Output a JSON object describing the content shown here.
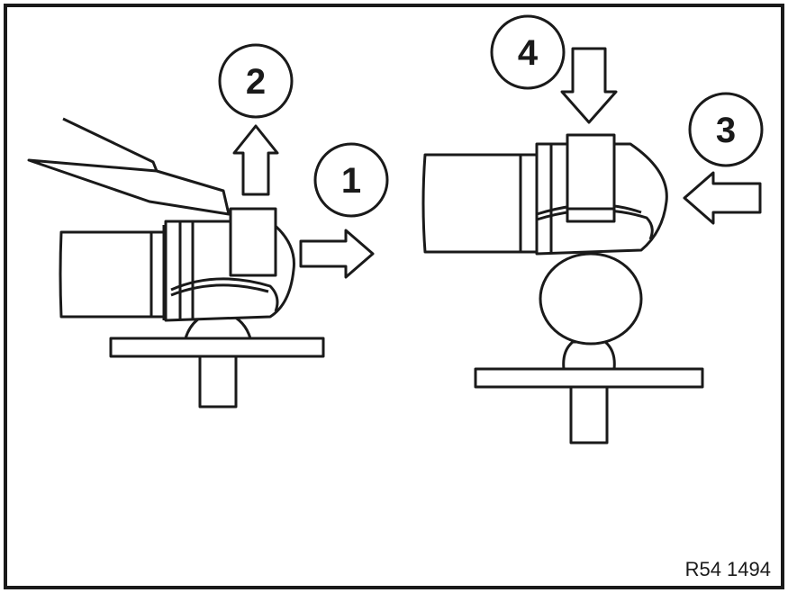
{
  "diagram": {
    "steps": [
      {
        "id": "1",
        "label": "1"
      },
      {
        "id": "2",
        "label": "2"
      },
      {
        "id": "3",
        "label": "3"
      },
      {
        "id": "4",
        "label": "4"
      }
    ],
    "reference_code": "R54 1494"
  }
}
